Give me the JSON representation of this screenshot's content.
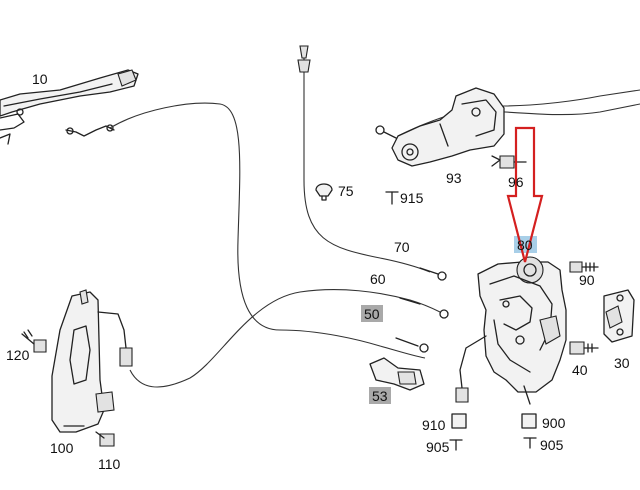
{
  "diagram": {
    "labels": {
      "p10": "10",
      "p75": "75",
      "p915": "915",
      "p93": "93",
      "p96": "96",
      "p70": "70",
      "p60": "60",
      "p50": "50",
      "p53": "53",
      "p80": "80",
      "p90": "90",
      "p30": "30",
      "p40": "40",
      "p120": "120",
      "p100": "100",
      "p110": "110",
      "p910": "910",
      "p905a": "905",
      "p900": "900",
      "p905b": "905"
    },
    "colors": {
      "line": "#222222",
      "highlight_gray": "#a9a9a9",
      "highlight_blue": "#a8cfe8",
      "arrow": "#d42020"
    },
    "highlighted_labels": [
      "50",
      "53",
      "80"
    ],
    "arrow_target": "80"
  }
}
